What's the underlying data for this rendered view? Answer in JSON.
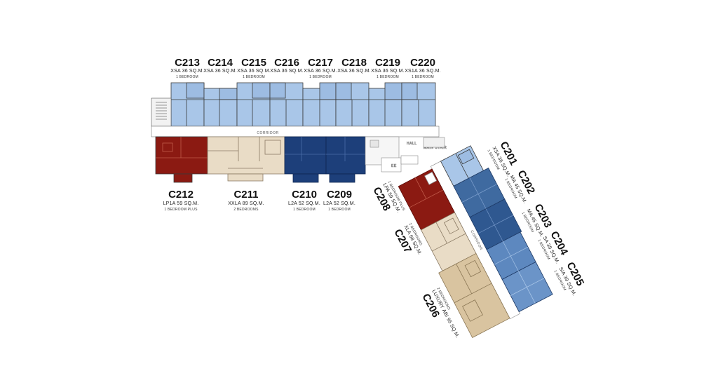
{
  "floor": {
    "corridor_label": "CORRIDOR",
    "hall_label": "HALL",
    "main_stair_label": "MAIN STAIR",
    "ee_label": "EE",
    "wing_corridor_label": "CORRIDOR"
  },
  "colors": {
    "light_blue": "#a9c6e8",
    "mid_blue": "#4d7cb4",
    "dark_blue": "#1d3f7a",
    "red": "#8b1a12",
    "beige": "#e9dcc6",
    "tan": "#d9c4a0"
  },
  "units_top": [
    {
      "code": "C213",
      "size": "XSA 36 SQ.M.",
      "beds": "1 BEDROOM"
    },
    {
      "code": "C214",
      "size": "XSA 36 SQ.M.",
      "beds": ""
    },
    {
      "code": "C215",
      "size": "XSA 36 SQ.M.",
      "beds": "1 BEDROOM"
    },
    {
      "code": "C216",
      "size": "XSA 36 SQ.M.",
      "beds": ""
    },
    {
      "code": "C217",
      "size": "XSA 36 SQ.M.",
      "beds": "1 BEDROOM"
    },
    {
      "code": "C218",
      "size": "XSA 36 SQ.M.",
      "beds": ""
    },
    {
      "code": "C219",
      "size": "XSA 36 SQ.M.",
      "beds": "1 BEDROOM"
    },
    {
      "code": "C220",
      "size": "XS1A 36 SQ.M.",
      "beds": "1 BEDROOM"
    }
  ],
  "units_bottom": [
    {
      "code": "C212",
      "size": "LP1A 59 SQ.M.",
      "beds": "1 BEDROOM PLUS"
    },
    {
      "code": "C211",
      "size": "XXLA 89 SQ.M.",
      "beds": "2 BEDROOMS"
    },
    {
      "code": "C210",
      "size": "L2A 52 SQ.M.",
      "beds": "1 BEDROOM"
    },
    {
      "code": "C209",
      "size": "L2A 52 SQ.M.",
      "beds": "1 BEDROOM"
    }
  ],
  "units_wing_left": [
    {
      "code": "C208",
      "size": "LPA 59 SQ.M.",
      "beds": "1 BEDROOM PLUS"
    },
    {
      "code": "C207",
      "size": "XLA 68 SQ.M.",
      "beds": "2 BEDROOMS"
    },
    {
      "code": "C206",
      "size": "LUXURY ABI 95 SQ.M.",
      "beds": "2 BEDROOMS"
    }
  ],
  "units_wing_right": [
    {
      "code": "C201",
      "size": "XSA 36 SQ.M.",
      "beds": "1 BEDROOM"
    },
    {
      "code": "C202",
      "size": "MA 45 SQ.M.",
      "beds": "1 BEDROOM"
    },
    {
      "code": "C203",
      "size": "MA 45 SQ.M.",
      "beds": "1 BEDROOM"
    },
    {
      "code": "C204",
      "size": "SA 39 SQ.M.",
      "beds": "1 BEDROOM"
    },
    {
      "code": "C205",
      "size": "SIA 39 SQ.M.",
      "beds": "1 BEDROOM"
    }
  ]
}
